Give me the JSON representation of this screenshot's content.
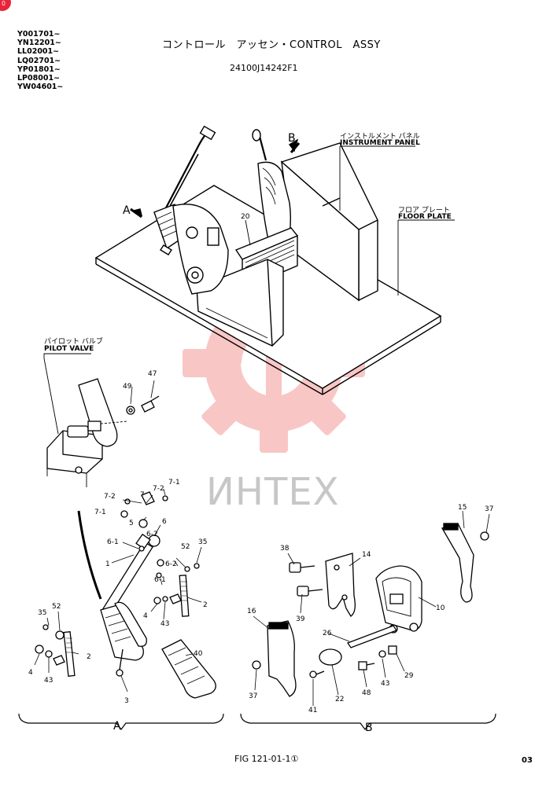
{
  "badge": "0",
  "serials": [
    "Y001701~",
    "YN12201~",
    "LL02001~",
    "LQ02701~",
    "YP01801~",
    "LP08001~",
    "YW04601~"
  ],
  "title": "コントロール　アッセン・CONTROL　ASSY",
  "part_number": "24100J14242F1",
  "watermark": "ИНТЕХ",
  "callouts": {
    "instrument_panel_jp": "インストルメント パネル",
    "instrument_panel_en": "INSTRUMENT PANEL",
    "floor_plate_jp": "フロア プレート",
    "floor_plate_en": "FLOOR PLATE",
    "pilot_valve_jp": "パイロット バルブ",
    "pilot_valve_en": "PILOT VALVE",
    "arrow_a": "A",
    "arrow_b": "B",
    "num_20": "20"
  },
  "detail_a": {
    "label": "A",
    "items": [
      "47",
      "49",
      "7-2",
      "7",
      "7-2",
      "7-1",
      "7-1",
      "5",
      "6",
      "6-1",
      "6-2",
      "52",
      "35",
      "1",
      "6-2",
      "6-1",
      "2",
      "4",
      "43",
      "35",
      "52",
      "2",
      "4",
      "43",
      "3",
      "40"
    ]
  },
  "detail_b": {
    "label": "B",
    "items": [
      "15",
      "37",
      "38",
      "14",
      "10",
      "16",
      "39",
      "26",
      "29",
      "43",
      "48",
      "41",
      "22",
      "37"
    ]
  },
  "figure_label": "FIG 121-01-1①",
  "page_number": "03"
}
